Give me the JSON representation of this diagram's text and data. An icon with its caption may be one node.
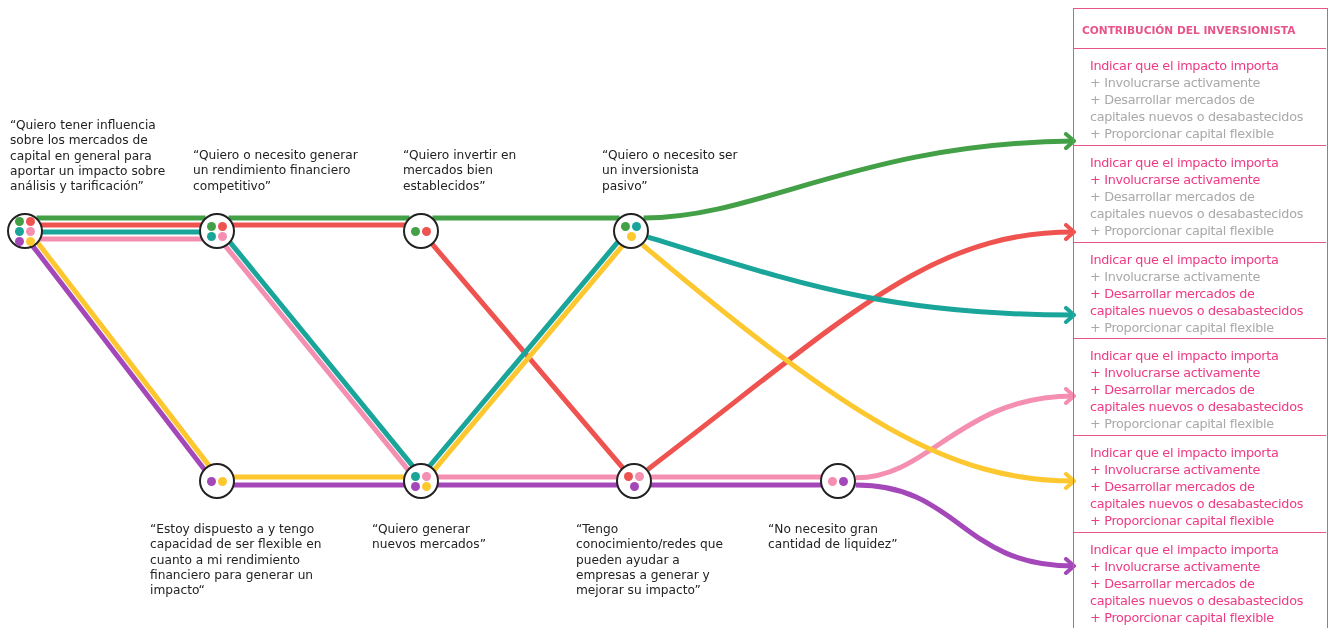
{
  "diagram": {
    "nodes": [
      {
        "text": [],
        "shape": "circle",
        "beside": [
          "“Quiero tener influencia sobre los mercados de capital en general para aportar un impacto sobre análisis y tarificación”"
        ]
      },
      {
        "text": [],
        "shape": "circle",
        "beside": [
          "“Quiero o necesito generar un rendimiento financiero competitivo”"
        ]
      },
      {
        "text": [],
        "shape": "circle",
        "beside": [
          "“Quiero invertir en mercados bien establecidos”"
        ]
      },
      {
        "text": [],
        "shape": "circle",
        "beside": [
          "“Quiero o necesito ser un inversionista pasivo”"
        ]
      },
      {
        "text": [],
        "shape": "circle",
        "beside": [
          "“Estoy dispuesto a y tengo capacidad de ser flexible en cuanto a mi rendimiento financiero para generar un impacto“"
        ]
      },
      {
        "text": [],
        "shape": "circle",
        "beside": [
          "“Quiero generar nuevos mercados”"
        ]
      },
      {
        "text": [],
        "shape": "circle",
        "beside": [
          "“Tengo conocimiento/redes que pueden ayudar a empresas a generar y mejorar su impacto”"
        ]
      },
      {
        "text": [],
        "shape": "circle",
        "beside": [
          "“No necesito gran cantidad de liquidez”"
        ]
      },
      {
        "text": [
          "CONTRIBUCIÓN DEL INVERSIONISTA"
        ]
      },
      {
        "text": [
          "Indicar que el impacto importa",
          "+ Involucrarse activamente",
          "+ Desarrollar mercados de capitales nuevos o desabastecidos",
          "+ Proporcionar capital flexible"
        ],
        "in": 8
      },
      {
        "text": [
          "Indicar que el impacto importa",
          "+ Involucrarse activamente",
          "+ Desarrollar mercados de capitales nuevos o desabastecidos",
          "+ Proporcionar capital flexible"
        ],
        "in": 8
      },
      {
        "text": [
          "Indicar que el impacto importa",
          "+ Involucrarse activamente",
          "+ Desarrollar mercados de capitales nuevos o desabastecidos",
          "+ Proporcionar capital flexible"
        ],
        "in": 8
      },
      {
        "text": [
          "Indicar que el impacto importa",
          "+ Involucrarse activamente",
          "+ Desarrollar mercados de capitales nuevos o desabastecidos",
          "+ Proporcionar capital flexible"
        ],
        "in": 8
      },
      {
        "text": [
          "Indicar que el impacto importa",
          "+ Involucrarse activamente",
          "+ Desarrollar mercados de capitales nuevos o desabastecidos",
          "+ Proporcionar capital flexible"
        ],
        "in": 8
      },
      {
        "text": [
          "Indicar que el impacto importa",
          "+ Involucrarse activamente",
          "+ Desarrollar mercados de capitales nuevos o desabastecidos",
          "+ Proporcionar capital flexible"
        ],
        "in": 8
      }
    ],
    "edges": [
      {
        "from": 0,
        "to": 1,
        "arrow": "none",
        "color": "#43a047"
      },
      {
        "from": 1,
        "to": 2,
        "arrow": "none",
        "color": "#43a047"
      },
      {
        "from": 2,
        "to": 3,
        "arrow": "none",
        "color": "#43a047"
      },
      {
        "from": 3,
        "to": 9,
        "arrow": "to",
        "color": "#43a047"
      },
      {
        "from": 0,
        "to": 1,
        "arrow": "none",
        "color": "#ef5350"
      },
      {
        "from": 1,
        "to": 2,
        "arrow": "none",
        "color": "#ef5350"
      },
      {
        "from": 2,
        "to": 6,
        "arrow": "none",
        "color": "#ef5350"
      },
      {
        "from": 6,
        "to": 10,
        "arrow": "to",
        "color": "#ef5350"
      },
      {
        "from": 0,
        "to": 1,
        "arrow": "none",
        "color": "#1aa59a"
      },
      {
        "from": 1,
        "to": 5,
        "arrow": "none",
        "color": "#1aa59a"
      },
      {
        "from": 5,
        "to": 3,
        "arrow": "none",
        "color": "#1aa59a"
      },
      {
        "from": 3,
        "to": 11,
        "arrow": "to",
        "color": "#1aa59a"
      },
      {
        "from": 0,
        "to": 1,
        "arrow": "none",
        "color": "#f48fb1"
      },
      {
        "from": 1,
        "to": 5,
        "arrow": "none",
        "color": "#f48fb1"
      },
      {
        "from": 5,
        "to": 6,
        "arrow": "none",
        "color": "#f48fb1"
      },
      {
        "from": 6,
        "to": 7,
        "arrow": "none",
        "color": "#f48fb1"
      },
      {
        "from": 7,
        "to": 12,
        "arrow": "to",
        "color": "#f48fb1"
      },
      {
        "from": 0,
        "to": 4,
        "arrow": "none",
        "color": "#a347b9"
      },
      {
        "from": 4,
        "to": 5,
        "arrow": "none",
        "color": "#a347b9"
      },
      {
        "from": 5,
        "to": 6,
        "arrow": "none",
        "color": "#a347b9"
      },
      {
        "from": 6,
        "to": 7,
        "arrow": "none",
        "color": "#a347b9"
      },
      {
        "from": 7,
        "to": 14,
        "arrow": "to",
        "color": "#a347b9"
      },
      {
        "from": 0,
        "to": 4,
        "arrow": "none",
        "color": "#fdc82f"
      },
      {
        "from": 4,
        "to": 5,
        "arrow": "none",
        "color": "#fdc82f"
      },
      {
        "from": 5,
        "to": 3,
        "arrow": "none",
        "color": "#fdc82f"
      },
      {
        "from": 3,
        "to": 13,
        "arrow": "to",
        "color": "#fdc82f"
      }
    ]
  }
}
